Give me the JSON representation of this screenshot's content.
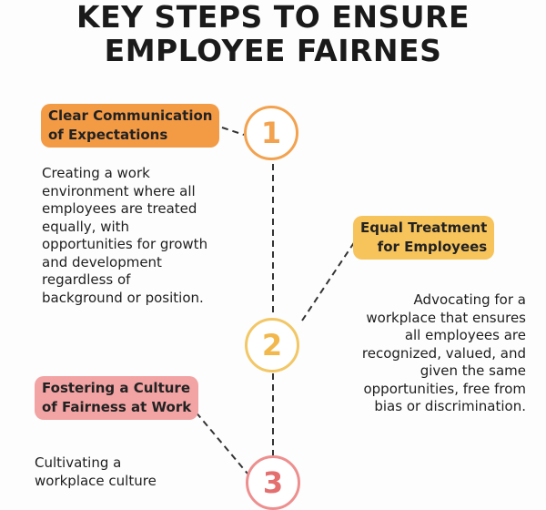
{
  "title": {
    "line1": "KEY STEPS TO ENSURE",
    "line2": "EMPLOYEE FAIRNES"
  },
  "steps": [
    {
      "number": "1",
      "heading_line1": "Clear Communication",
      "heading_line2": "of Expectations",
      "color": "#f39a45",
      "circle_color": "#f3a24f",
      "body": [
        "Creating a work",
        "environment where all",
        "employees are treated",
        "equally, with",
        "opportunities for growth",
        "and development",
        "regardless of",
        "background or position."
      ]
    },
    {
      "number": "2",
      "heading_line1": "Equal Treatment",
      "heading_line2": "for Employees",
      "color": "#f7c45c",
      "circle_color": "#f2c766",
      "body": [
        "Advocating for a",
        "workplace that ensures",
        "all employees are",
        "recognized, valued, and",
        "given the same",
        "opportunities, free from",
        "bias or discrimination."
      ]
    },
    {
      "number": "3",
      "heading_line1": "Fostering a Culture",
      "heading_line2": "of Fairness at Work",
      "color": "#f2a3a3",
      "circle_color": "#ee8f8f",
      "body": [
        "Cultivating a",
        "workplace culture"
      ]
    }
  ]
}
